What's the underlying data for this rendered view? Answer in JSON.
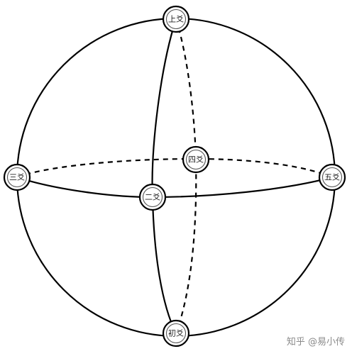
{
  "diagram": {
    "nodes": [
      {
        "id": "top",
        "label": "上爻"
      },
      {
        "id": "third",
        "label": "三爻"
      },
      {
        "id": "fourth",
        "label": "四爻"
      },
      {
        "id": "fifth",
        "label": "五爻"
      },
      {
        "id": "second",
        "label": "二爻"
      },
      {
        "id": "first",
        "label": "初爻"
      }
    ],
    "connections": [
      {
        "from": "top",
        "to": "first",
        "style": "solid"
      },
      {
        "from": "top",
        "to": "first",
        "style": "dashed"
      },
      {
        "from": "third",
        "to": "fifth",
        "style": "solid"
      },
      {
        "from": "third",
        "to": "fifth",
        "style": "dashed"
      }
    ]
  },
  "colors": {
    "stroke": "#000000",
    "node_fill": "#ffffff",
    "node_ring": "#555555",
    "watermark": "#8a8a8a"
  },
  "watermark": {
    "text": "知乎 @易小传"
  }
}
